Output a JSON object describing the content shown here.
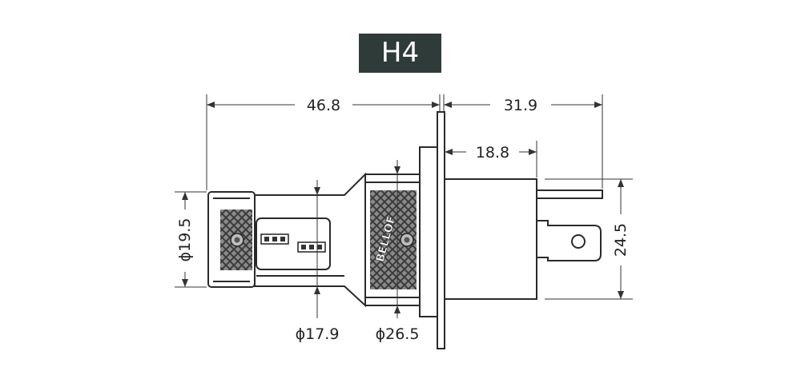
{
  "title": "H4",
  "logo_text": "BELLOF",
  "dimensions": {
    "overall_length": "46.8",
    "rear_length": "31.9",
    "base_to_flange": "18.8",
    "heatsink_diameter": "ϕ19.5",
    "neck_diameter": "ϕ17.9",
    "flange_diameter": "ϕ26.5",
    "base_height": "24.5"
  },
  "colors": {
    "badge_bg": "#2f3b38",
    "line": "#2a2a2a",
    "dimension_line": "#333333"
  }
}
